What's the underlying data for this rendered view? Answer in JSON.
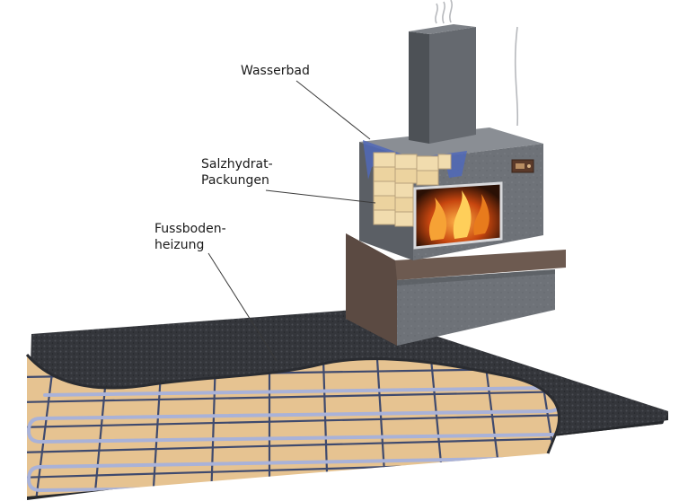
{
  "labels": {
    "wasserbad": "Wasserbad",
    "salzhydrat_line1": "Salzhydrat-",
    "salzhydrat_line2": "Packungen",
    "fussboden_line1": "Fussboden-",
    "fussboden_line2": "heizung"
  },
  "colors": {
    "stone": "#6e7278",
    "stone_dark": "#4d5156",
    "base": "#5b4a42",
    "floor_dark": "#34363b",
    "wood": "#e6c391",
    "pipe": "#a9b2d8",
    "water": "#5068b8",
    "salt": "#f1dcae",
    "fire": "#e87b1c"
  }
}
